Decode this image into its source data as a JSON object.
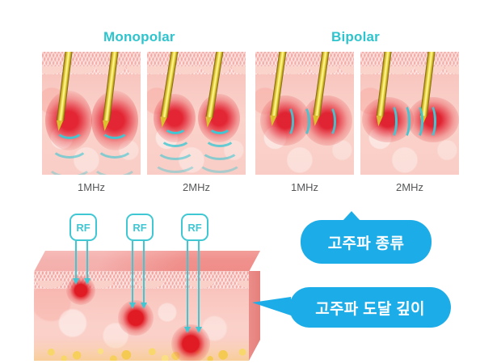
{
  "headings": {
    "monopolar": "Monopolar",
    "bipolar": "Bipolar"
  },
  "panels": [
    {
      "mode": "Monopolar",
      "caption": "1MHz",
      "arcs_per_needle": 3,
      "needles": 2,
      "arc_orientation": "horizontal"
    },
    {
      "mode": "Monopolar",
      "caption": "2MHz",
      "arcs_per_needle": 5,
      "needles": 2,
      "arc_orientation": "horizontal"
    },
    {
      "mode": "Bipolar",
      "caption": "1MHz",
      "arcs_per_needle": 2,
      "needles": 2,
      "arc_orientation": "vertical"
    },
    {
      "mode": "Bipolar",
      "caption": "2MHz",
      "arcs_per_needle": 4,
      "needles": 2,
      "arc_orientation": "vertical"
    }
  ],
  "depth_diagram": {
    "sources": [
      {
        "label": "RF",
        "depth": "shallow"
      },
      {
        "label": "RF",
        "depth": "medium"
      },
      {
        "label": "RF",
        "depth": "deep"
      }
    ],
    "layers": [
      "epidermis",
      "dermis",
      "subcutaneous-fat"
    ]
  },
  "callouts": [
    {
      "text": "고주파 종류",
      "tail": "up"
    },
    {
      "text": "고주파 도달 깊이",
      "tail": "left"
    }
  ],
  "colors": {
    "heading": "#2ec4cd",
    "bubble": "#1cade8",
    "arc": "#3fc8d4",
    "heat": "#e01b24",
    "needle": "#f6e96a",
    "caption": "#555759",
    "fat": "#f7d66a"
  }
}
